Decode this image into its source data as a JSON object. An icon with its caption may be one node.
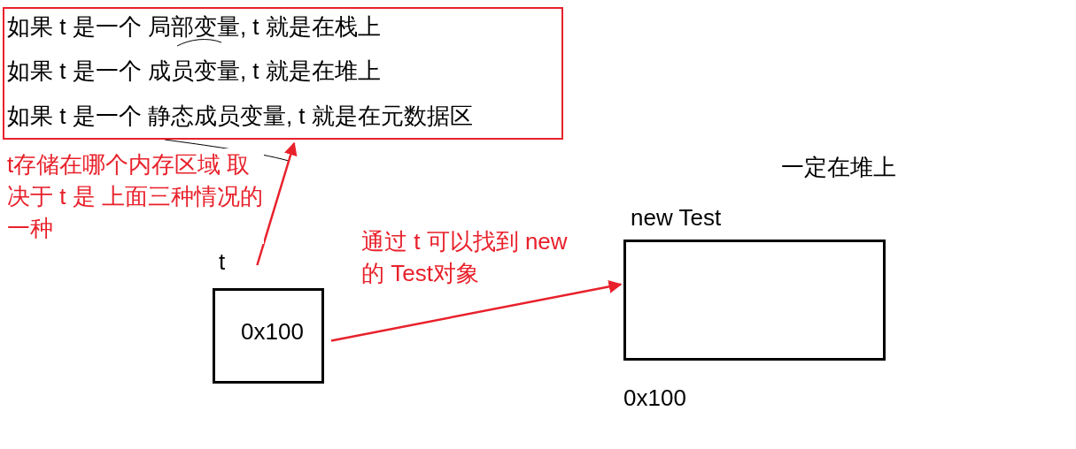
{
  "diagram": {
    "nodes": [
      {
        "text": [
          "如果 t 是一个 局部变量, t 就是在栈上",
          "如果 t 是一个 成员变量, t 就是在堆上",
          "如果 t 是一个 静态成员变量, t 就是在元数据区"
        ]
      },
      {
        "text": [
          "t",
          "0x100"
        ]
      },
      {
        "text": [
          "new Test"
        ],
        "beside": [
          "一定在堆上",
          "0x100"
        ]
      }
    ],
    "edges": [
      {
        "from": 1,
        "to": 0,
        "arrow": "to",
        "label": "t存储在哪个内存区域 取决于 t 是 上面三种情况的一种"
      },
      {
        "from": 1,
        "to": 2,
        "arrow": "to",
        "label": "通过 t 可以找到 new 的 Test对象"
      }
    ]
  }
}
